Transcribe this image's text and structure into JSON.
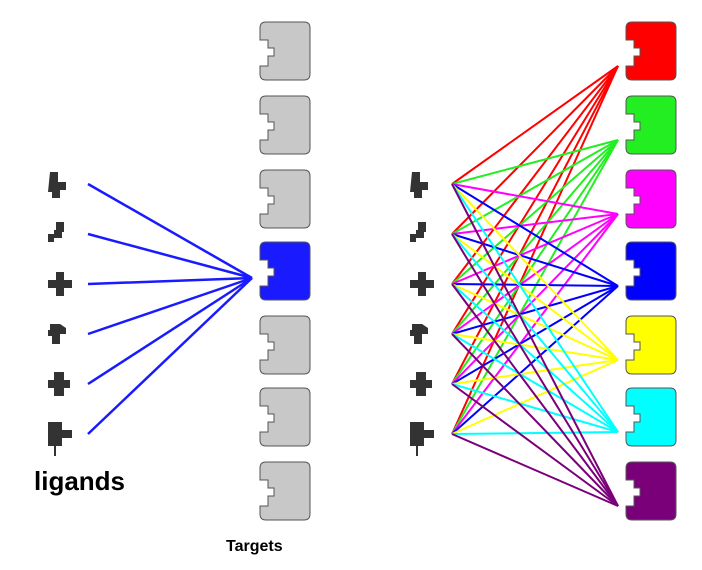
{
  "labels": {
    "ligands": "ligands",
    "targets": "Targets"
  },
  "colors": {
    "inactive_target": "#c8c8c8",
    "target_outline": "#555555",
    "ligand": "#333333",
    "left_edges": "#1a1aff",
    "target_colors": [
      "#ff0000",
      "#22ee22",
      "#ff00ff",
      "#0000ff",
      "#ffff00",
      "#00ffff",
      "#7a007a"
    ]
  },
  "panels": [
    {
      "name": "single-target",
      "ligand_count": 6,
      "target_count": 7,
      "highlighted_target": 4
    },
    {
      "name": "all-targets",
      "ligand_count": 6,
      "target_count": 7,
      "connections": "all-to-all"
    }
  ]
}
